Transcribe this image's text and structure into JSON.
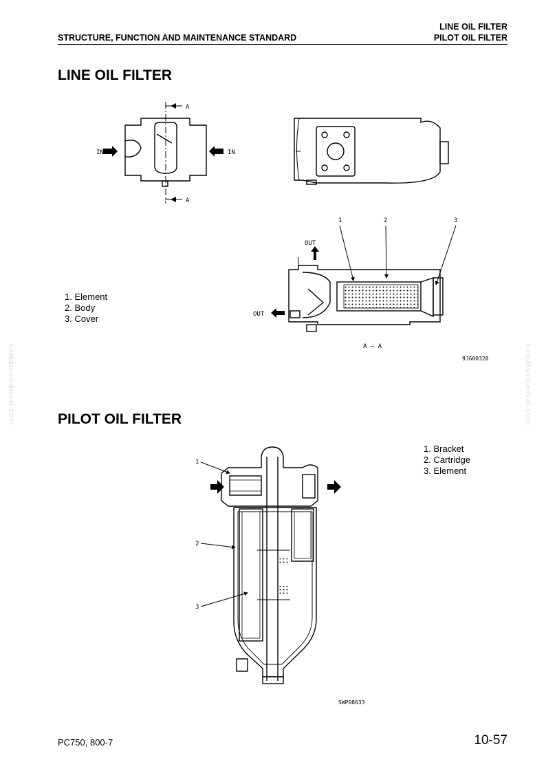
{
  "header": {
    "section_title": "STRUCTURE, FUNCTION AND MAINTENANCE STANDARD",
    "topic_line1": "LINE OIL FILTER",
    "topic_line2": "PILOT OIL FILTER"
  },
  "line_oil_filter": {
    "title": "LINE OIL FILTER",
    "legend": [
      "1. Element",
      "2. Body",
      "3. Cover"
    ],
    "labels": {
      "in": "IN",
      "out": "OUT",
      "section_mark": "A",
      "section_caption": "A – A",
      "drawing_code": "9JG00320",
      "n1": "1",
      "n2": "2",
      "n3": "3"
    }
  },
  "pilot_oil_filter": {
    "title": "PILOT OIL FILTER",
    "legend": [
      "1. Bracket",
      "2. Cartridge",
      "3. Element"
    ],
    "labels": {
      "drawing_code": "SWP08633",
      "n1": "1",
      "n2": "2",
      "n3": "3"
    }
  },
  "watermark": "komatsumanual.com",
  "footer": {
    "model": "PC750, 800-7",
    "page": "10-57"
  }
}
